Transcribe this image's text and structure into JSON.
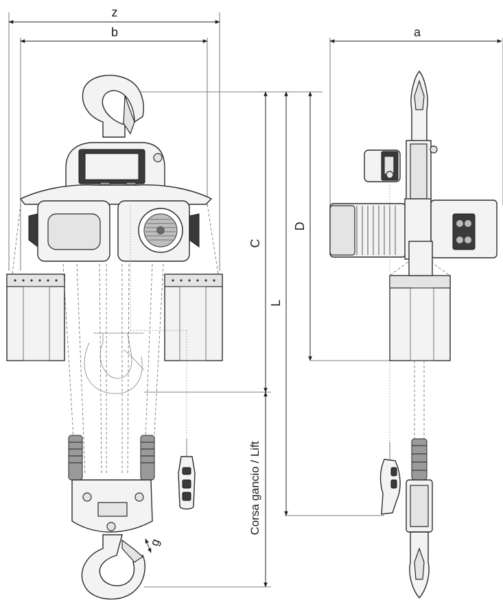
{
  "dimensions": {
    "z": "z",
    "b": "b",
    "a": "a",
    "c": "C",
    "d": "D",
    "l": "L",
    "g": "g",
    "lift": "Corsa gancio / Lift"
  }
}
